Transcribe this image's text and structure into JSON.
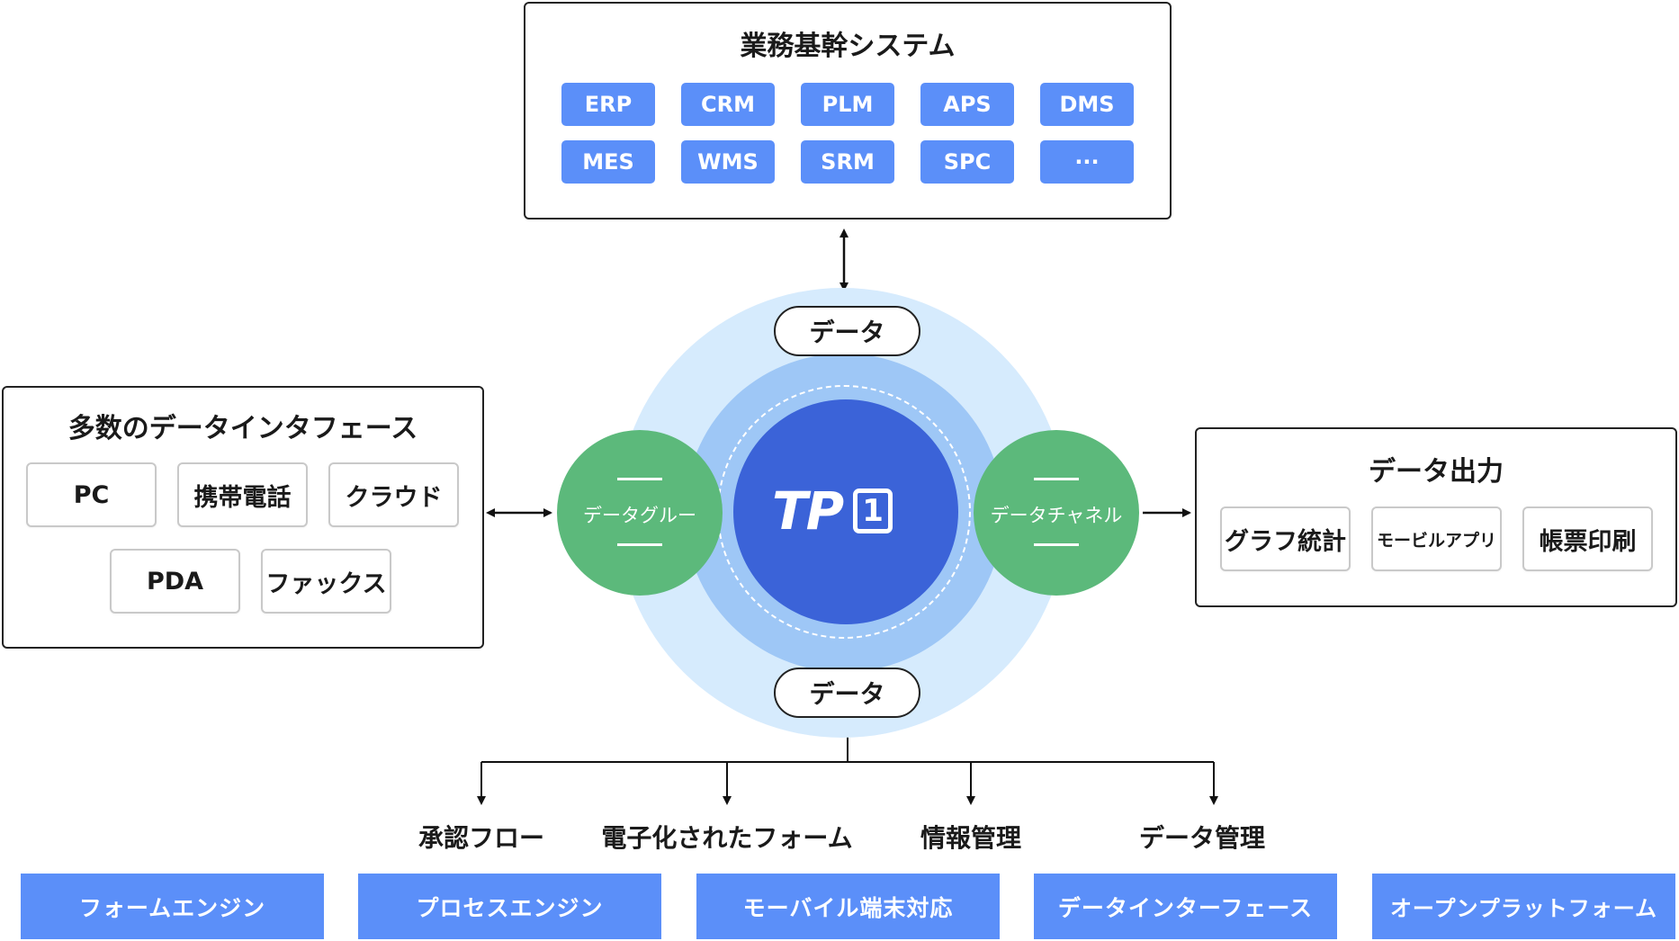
{
  "core_systems": {
    "title": "業務基幹システム",
    "items": [
      "ERP",
      "CRM",
      "PLM",
      "APS",
      "DMS",
      "MES",
      "WMS",
      "SRM",
      "SPC",
      "···"
    ]
  },
  "interfaces": {
    "title": "多数のデータインタフェース",
    "items": [
      "PC",
      "携帯電話",
      "クラウド",
      "PDA",
      "ファックス"
    ]
  },
  "output": {
    "title": "データ出力",
    "items": [
      "グラフ統計",
      "モービルアプリ",
      "帳票印刷"
    ]
  },
  "center": {
    "data_top": "データ",
    "data_bottom": "データ",
    "logo": "TP",
    "logo_badge": "1",
    "left_node": "データグルー",
    "right_node": "データチャネル"
  },
  "functions": [
    "承認フロー",
    "電子化されたフォーム",
    "情報管理",
    "データ管理"
  ],
  "engines": [
    "フォームエンジン",
    "プロセスエンジン",
    "モーバイル端末対応",
    "データインターフェース",
    "オープンプラットフォーム"
  ],
  "colors": {
    "chip_blue": "#5b8ff9",
    "outer_ring": "#d6ebfd",
    "middle_ring": "#9ec7f6",
    "core": "#3b63d8",
    "node_green": "#5cb97b"
  }
}
